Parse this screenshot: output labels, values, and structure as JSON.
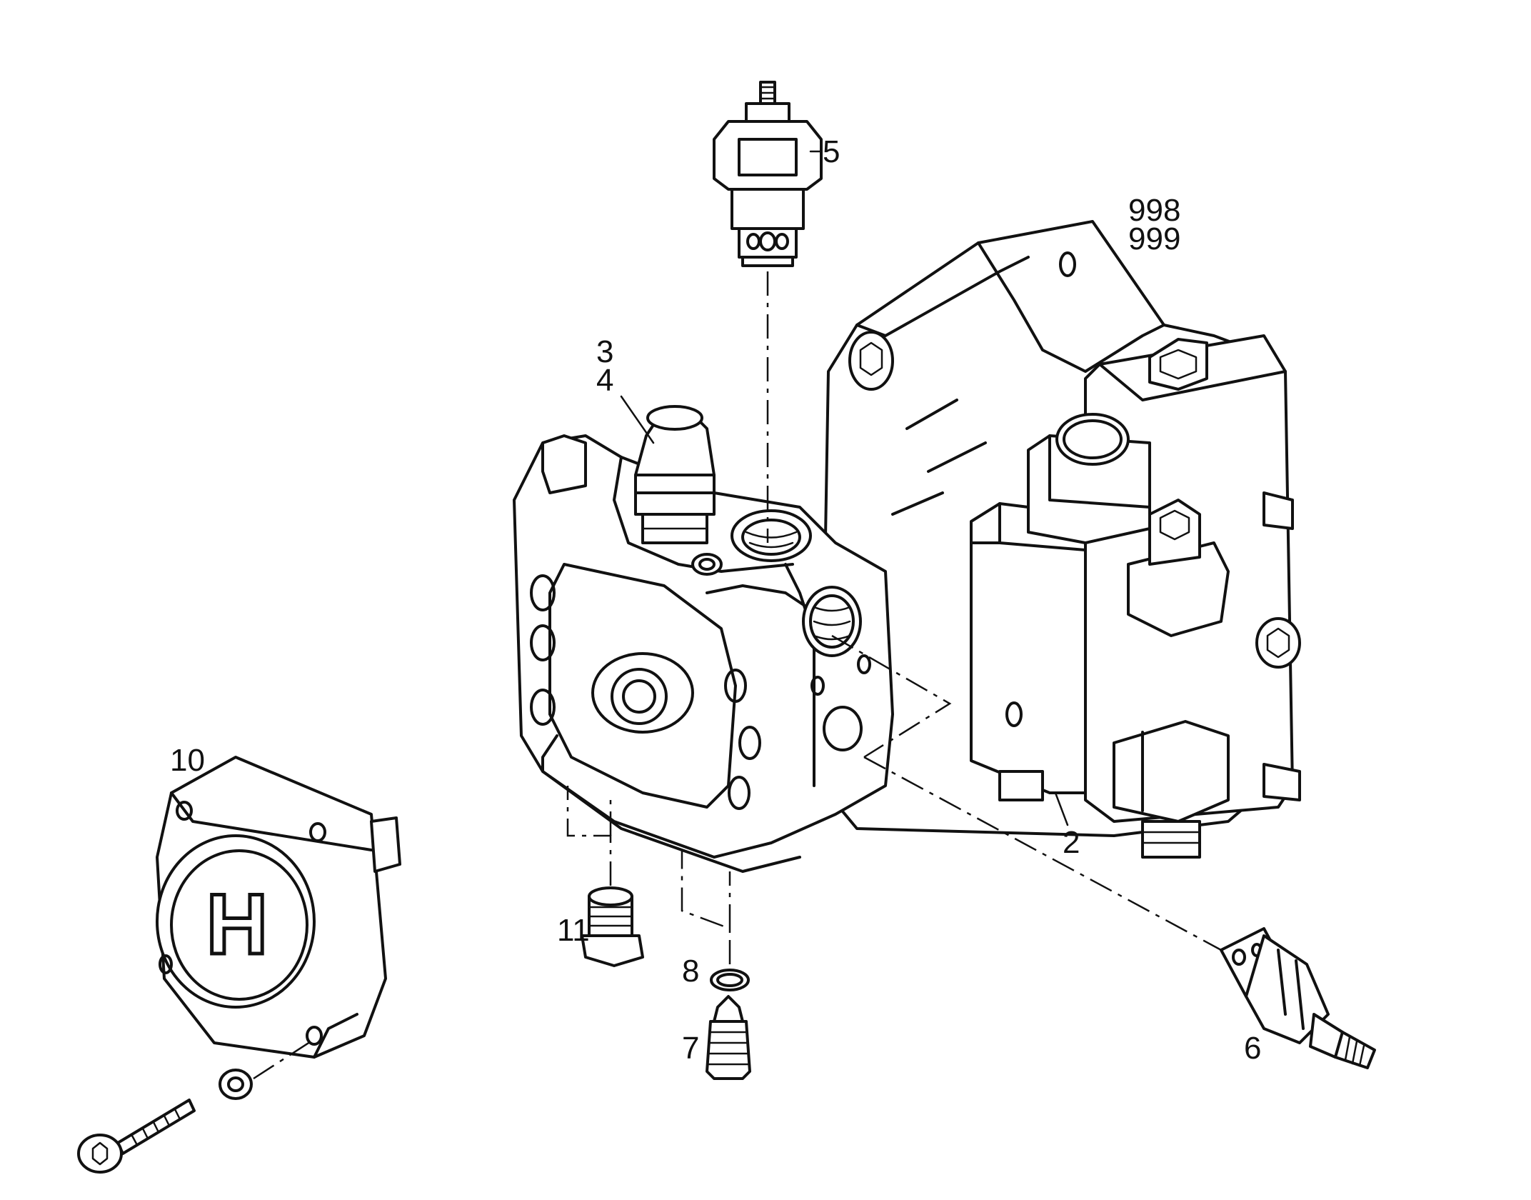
{
  "callouts": {
    "c5": "5",
    "c998_999": "998\n999",
    "c3_4": "3\n4",
    "c10": "10",
    "c2": "2",
    "c11": "11",
    "c8": "8",
    "c7": "7",
    "c6": "6"
  },
  "logo_letter": "H",
  "colors": {
    "ink": "#111111",
    "paper": "#ffffff"
  }
}
